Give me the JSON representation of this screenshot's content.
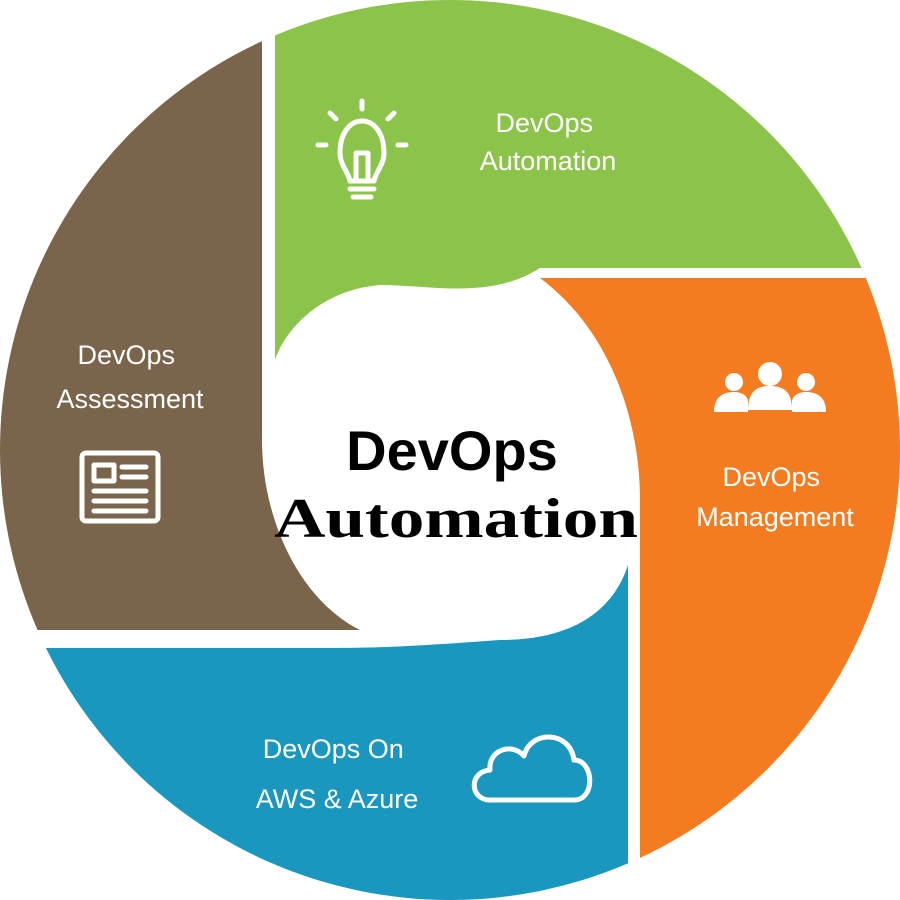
{
  "center": {
    "line1": "DevOps",
    "line2": "Automation"
  },
  "segments": [
    {
      "id": "automation",
      "line1": "DevOps",
      "line2": "Automation",
      "color": "#8cc34a",
      "icon": "lightbulb-icon"
    },
    {
      "id": "management",
      "line1": "DevOps",
      "line2": "Management",
      "color": "#f47b20",
      "icon": "people-icon"
    },
    {
      "id": "cloud",
      "line1": "DevOps On",
      "line2": "AWS & Azure",
      "color": "#1a97bf",
      "icon": "cloud-icon"
    },
    {
      "id": "assessment",
      "line1": "DevOps",
      "line2": "Assessment",
      "color": "#7a644c",
      "icon": "document-icon"
    }
  ]
}
